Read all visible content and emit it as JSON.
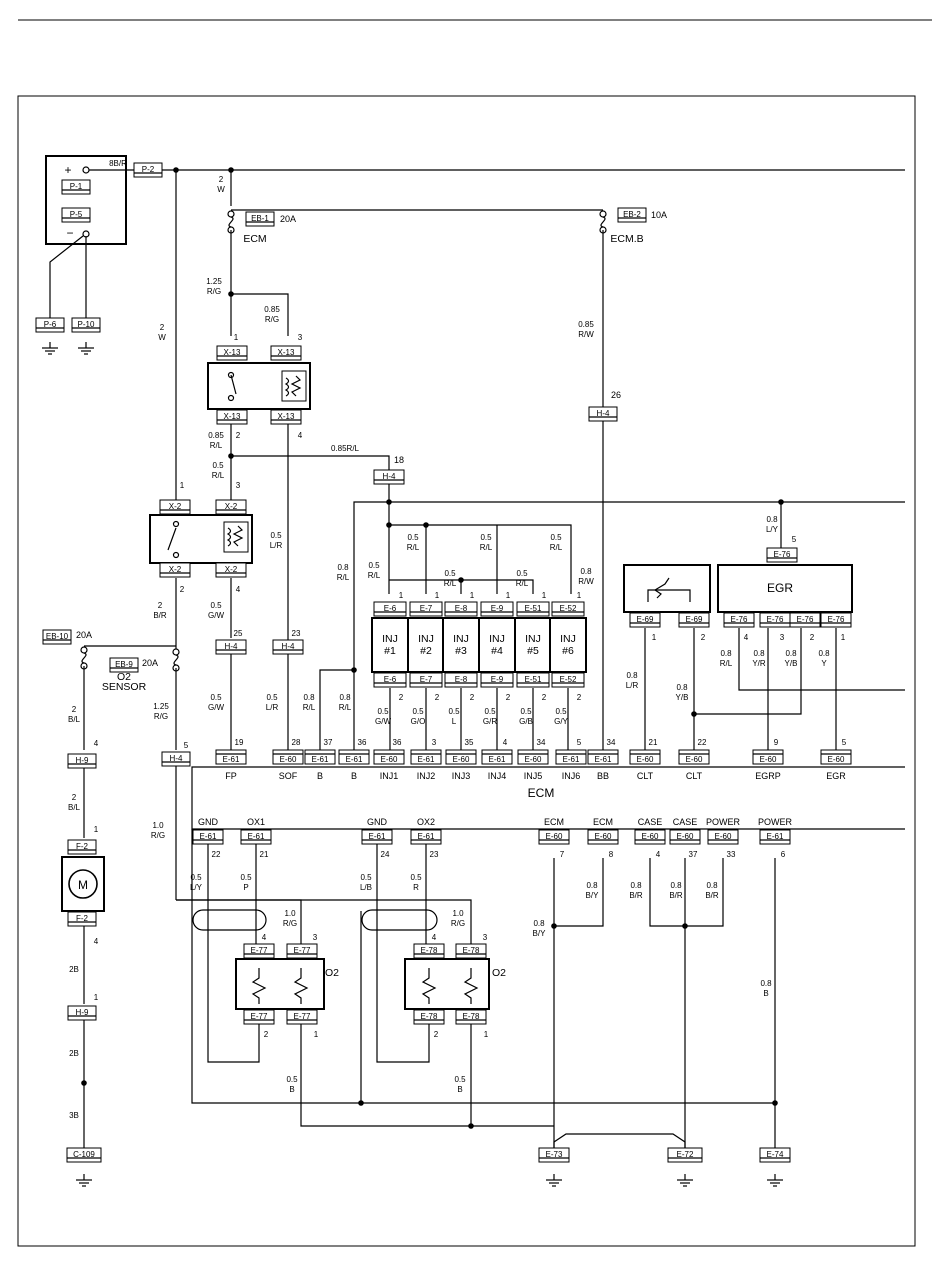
{
  "wire_labels": {
    "battery_feed": "8B/R",
    "main_2w": "2\nW",
    "ecm_out": "1.25\nR/G",
    "relay_085rg": "0.85\nR/G",
    "left_2w": "2\nW",
    "ecmb_out": "0.85\nR/W",
    "relay_out_rl": "0.85\nR/L",
    "rl_bus": "0.85R/L",
    "x2_in": "0.5\nR/L",
    "sof_lr": "0.5\nL/R",
    "x2_out_br": "2\nB/R",
    "fp_gw": "0.5\nG/W",
    "inj_bus_rl": "0.8\nR/L",
    "inj_a": "0.5\nR/L",
    "inj_b": "0.5\nR/L",
    "inj_c": "0.5\nR/L",
    "inj_d": "0.5\nR/L",
    "inj_e": "0.5\nR/L",
    "inj_f": "0.5\nR/L",
    "bb_rw": "0.8\nR/W",
    "egr_ly": "0.8\nL/Y",
    "sensor_bl": "2\nB/L",
    "sensor_rg": "1.25\nR/G",
    "m_2b_a": "2\nB/L",
    "m_2b_b": "2B",
    "m_2b_c": "2B",
    "m_3b": "3B",
    "fp_gw2": "0.5\nG/W",
    "sof_lr2": "0.5\nL/R",
    "b_rl1": "0.8\nR/L",
    "b_rl2": "0.8\nR/L",
    "inj1_gw": "0.5\nG/W",
    "inj2_go": "0.5\nG/O",
    "inj3_l": "0.5\nL",
    "inj4_gr": "0.5\nG/R",
    "inj5_gb": "0.5\nG/B",
    "inj6_gy": "0.5\nG/Y",
    "clt_lr": "0.8\nL/R",
    "clt_yb": "0.8\nY/B",
    "egr_rl": "0.8\nR/L",
    "egr_yr": "0.8\nY/R",
    "egr_yb": "0.8\nY/B",
    "egr_y": "0.8\nY",
    "ecm_rg": "1.0\nR/G",
    "ox1_ly": "0.5\nL/Y",
    "ox1_p": "0.5\nP",
    "ox2_lb": "0.5\nL/B",
    "ox2_r": "0.5\nR",
    "o2a_rg": "1.0\nR/G",
    "o2b_rg": "1.0\nR/G",
    "ecm_by": "0.8\nB/Y",
    "ecm_by2": "0.8\nB/Y",
    "case_br1": "0.8\nB/R",
    "case_br2": "0.8\nB/R",
    "case_br3": "0.8\nB/R",
    "power_b": "0.8\nB",
    "o2a_b": "0.5\nB",
    "o2b_b": "0.5\nB"
  },
  "connectors": {
    "p2": "P-2",
    "p1": "P-1",
    "p5": "P-5",
    "p6": "P-6",
    "p10": "P-10",
    "eb1": "EB-1",
    "eb2": "EB-2",
    "eb10": "EB-10",
    "eb9": "EB-9",
    "x13": "X-13",
    "x2": "X-2",
    "h4": "H-4",
    "h9": "H-9",
    "f2": "F-2",
    "c109": "C-109",
    "e6": "E-6",
    "e7": "E-7",
    "e8": "E-8",
    "e9": "E-9",
    "e51": "E-51",
    "e52": "E-52",
    "e61": "E-61",
    "e60": "E-60",
    "e69": "E-69",
    "e76": "E-76",
    "e77": "E-77",
    "e78": "E-78",
    "e73": "E-73",
    "e72": "E-72",
    "e74": "E-74"
  },
  "fuses": {
    "ecm_amp": "20A",
    "ecm_label": "ECM",
    "ecmb_amp": "10A",
    "ecmb_label": "ECM.B",
    "eb10_amp": "20A",
    "eb9_amp": "20A",
    "o2_sensor_label": "O2\nSENSOR"
  },
  "injectors": [
    "INJ\n#1",
    "INJ\n#2",
    "INJ\n#3",
    "INJ\n#4",
    "INJ\n#5",
    "INJ\n#6"
  ],
  "egr_label": "EGR",
  "ecm_label": "ECM",
  "motor_label": "M",
  "o2_label": "O2",
  "battery_plus": "+",
  "battery_minus": "−",
  "ecm_top_pins": [
    {
      "conn": "E-61",
      "pin": "19",
      "func": "FP"
    },
    {
      "conn": "E-60",
      "pin": "28",
      "func": "SOF"
    },
    {
      "conn": "E-61",
      "pin": "37",
      "func": "B"
    },
    {
      "conn": "E-61",
      "pin": "36",
      "func": "B"
    },
    {
      "conn": "E-60",
      "pin": "36",
      "func": "INJ1"
    },
    {
      "conn": "E-61",
      "pin": "3",
      "func": "INJ2"
    },
    {
      "conn": "E-60",
      "pin": "35",
      "func": "INJ3"
    },
    {
      "conn": "E-61",
      "pin": "4",
      "func": "INJ4"
    },
    {
      "conn": "E-60",
      "pin": "34",
      "func": "INJ5"
    },
    {
      "conn": "E-61",
      "pin": "5",
      "func": "INJ6"
    },
    {
      "conn": "E-61",
      "pin": "34",
      "func": "BB"
    },
    {
      "conn": "E-60",
      "pin": "21",
      "func": "CLT"
    },
    {
      "conn": "E-60",
      "pin": "22",
      "func": "CLT"
    },
    {
      "conn": "E-60",
      "pin": "9",
      "func": "EGRP"
    },
    {
      "conn": "E-60",
      "pin": "5",
      "func": "EGR"
    }
  ],
  "ecm_bottom_pins": [
    {
      "conn": "E-61",
      "pin": "22",
      "func": "GND"
    },
    {
      "conn": "E-61",
      "pin": "21",
      "func": "OX1"
    },
    {
      "conn": "E-61",
      "pin": "24",
      "func": "GND"
    },
    {
      "conn": "E-61",
      "pin": "23",
      "func": "OX2"
    },
    {
      "conn": "E-60",
      "pin": "7",
      "func": "ECM"
    },
    {
      "conn": "E-60",
      "pin": "8",
      "func": "ECM"
    },
    {
      "conn": "E-60",
      "pin": "4",
      "func": "CASE"
    },
    {
      "conn": "E-60",
      "pin": "37",
      "func": "CASE"
    },
    {
      "conn": "E-60",
      "pin": "33",
      "func": "POWER"
    },
    {
      "conn": "E-61",
      "pin": "6",
      "func": "POWER"
    }
  ],
  "pins": {
    "x13_1": "1",
    "x13_3": "3",
    "x13_2": "2",
    "x13_4": "4",
    "x2_1": "1",
    "x2_3": "3",
    "x2_2": "2",
    "x2_4": "4",
    "h4_26": "26",
    "h4_18": "18",
    "h4_25": "25",
    "h4_23": "23",
    "h4_5": "5",
    "h9_4": "4",
    "h9_1": "1",
    "f2_1": "1",
    "f2_4": "4",
    "inj_top": "1",
    "inj_bot": "2",
    "e76_5": "5",
    "e69_1": "1",
    "e69_2": "2",
    "e76_4": "4",
    "e76_3": "3",
    "e76_2": "2",
    "e76_1": "1",
    "o2_4": "4",
    "o2_3": "3",
    "o2_2": "2",
    "o2_1": "1"
  }
}
